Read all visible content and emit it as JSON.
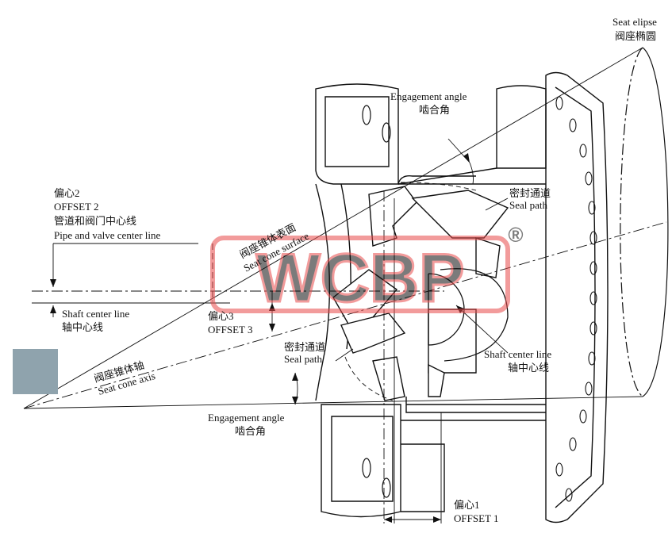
{
  "labels": {
    "seat_ellipse_en": "Seat elipse",
    "seat_ellipse_cn": "阀座椭圆",
    "engagement_top_en": "Engagement angle",
    "engagement_top_cn": "啮合角",
    "offset2_cn": "偏心2",
    "offset2_en": "OFFSET 2",
    "pipe_center_cn": "管道和阀门中心线",
    "pipe_center_en": "Pipe and valve center line",
    "seal_path_top_cn": "密封通道",
    "seal_path_top_en": "Seal path",
    "seat_cone_surface_cn": "阀座锥体表面",
    "seat_cone_surface_en": "Seat cone surface",
    "shaft_left_en": "Shaft center line",
    "shaft_left_cn": "轴中心线",
    "offset3_cn": "偏心3",
    "offset3_en": "OFFSET 3",
    "seal_path_mid_cn": "密封通道",
    "seal_path_mid_en": "Seal path",
    "shaft_right_en": "Shaft center line",
    "shaft_right_cn": "轴中心线",
    "seat_cone_axis_cn": "阀座锥体轴",
    "seat_cone_axis_en": "Seat cone axis",
    "engagement_bottom_en": "Engagement angle",
    "engagement_bottom_cn": "啮合角",
    "offset1_cn": "偏心1",
    "offset1_en": "OFFSET 1"
  },
  "watermark": {
    "text": "WCBP",
    "registered": "®",
    "color": "#e84a4a"
  },
  "colors": {
    "line": "#111111",
    "swatch": "#8fa3ad"
  }
}
